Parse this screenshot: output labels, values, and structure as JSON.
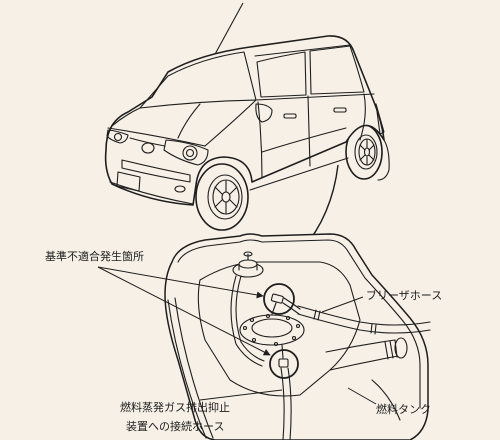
{
  "labels": {
    "nonconformity_location": "基準不適合発生箇所",
    "breather_hose": "ブリーザホース",
    "evap_hose_line1": "燃料蒸発ガス排出抑止",
    "evap_hose_line2": "装置への接続ホース",
    "fuel_tank": "燃料タンク"
  },
  "colors": {
    "background": "#f6f0e7",
    "line": "#1e1e1e"
  }
}
